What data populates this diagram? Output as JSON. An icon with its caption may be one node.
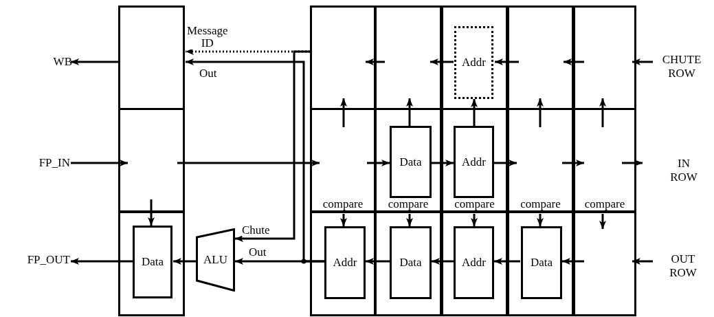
{
  "diagram": {
    "nodes": [
      {
        "text": [
          "WB"
        ]
      },
      {
        "text": [],
        "shape": "box"
      },
      {
        "text": [],
        "shape": "box"
      },
      {
        "text": [],
        "shape": "box"
      },
      {
        "text": [],
        "shape": "box"
      },
      {
        "text": [],
        "shape": "box"
      },
      {
        "text": [],
        "shape": "box"
      },
      {
        "text": [
          "Addr"
        ],
        "in": 4
      },
      {
        "text": [
          "FP_IN"
        ]
      },
      {
        "text": [],
        "shape": "box"
      },
      {
        "text": [
          "compare"
        ]
      },
      {
        "text": [
          "compare"
        ]
      },
      {
        "text": [
          "Data"
        ],
        "in": 11
      },
      {
        "text": [
          "compare"
        ]
      },
      {
        "text": [
          "Addr"
        ],
        "in": 13
      },
      {
        "text": [
          "compare"
        ]
      },
      {
        "text": [
          "compare"
        ]
      },
      {
        "text": [
          "FP_OUT"
        ]
      },
      {
        "text": [],
        "shape": "box"
      },
      {
        "text": [
          "Data"
        ],
        "in": 18
      },
      {
        "text": [
          "ALU"
        ]
      },
      {
        "text": [],
        "shape": "box"
      },
      {
        "text": [
          "Addr"
        ],
        "in": 21
      },
      {
        "text": [],
        "shape": "box"
      },
      {
        "text": [
          "Data"
        ],
        "in": 23
      },
      {
        "text": [],
        "shape": "box"
      },
      {
        "text": [
          "Addr"
        ],
        "in": 25
      },
      {
        "text": [],
        "shape": "box"
      },
      {
        "text": [
          "Data"
        ],
        "in": 27
      },
      {
        "text": [],
        "shape": "box"
      },
      {
        "text": [
          "CHUTE ROW"
        ]
      },
      {
        "text": [
          "IN ROW"
        ]
      },
      {
        "text": [
          "OUT ROW"
        ]
      }
    ],
    "edges": [
      {
        "from": 1,
        "to": 0,
        "arrow": "to"
      },
      {
        "from": 30,
        "to": 6,
        "arrow": "to"
      },
      {
        "from": 6,
        "to": 5,
        "arrow": "to"
      },
      {
        "from": 5,
        "to": 7,
        "arrow": "to"
      },
      {
        "from": 7,
        "to": 3,
        "arrow": "to"
      },
      {
        "from": 3,
        "to": 2,
        "arrow": "to"
      },
      {
        "from": 2,
        "to": 1,
        "arrow": "to",
        "label": "Message ID",
        "style": "dashed"
      },
      {
        "from": 2,
        "to": 20,
        "arrow": "to",
        "label": "Chute"
      },
      {
        "from": 22,
        "to": 20,
        "arrow": "to",
        "label": "Out"
      },
      {
        "from": 22,
        "to": 1,
        "arrow": "to",
        "label": "Out"
      },
      {
        "from": 20,
        "to": 19,
        "arrow": "to"
      },
      {
        "from": 19,
        "to": 17,
        "arrow": "to"
      },
      {
        "from": 8,
        "to": 9,
        "arrow": "to"
      },
      {
        "from": 9,
        "to": 19,
        "arrow": "to"
      },
      {
        "from": 9,
        "to": 10,
        "arrow": "to"
      },
      {
        "from": 10,
        "to": 12,
        "arrow": "to"
      },
      {
        "from": 12,
        "to": 14,
        "arrow": "to"
      },
      {
        "from": 14,
        "to": 15,
        "arrow": "to"
      },
      {
        "from": 15,
        "to": 16,
        "arrow": "to"
      },
      {
        "from": 16,
        "to": 31,
        "arrow": "to"
      },
      {
        "from": 10,
        "to": 2,
        "arrow": "to"
      },
      {
        "from": 12,
        "to": 3,
        "arrow": "to"
      },
      {
        "from": 14,
        "to": 7,
        "arrow": "to"
      },
      {
        "from": 15,
        "to": 5,
        "arrow": "to"
      },
      {
        "from": 16,
        "to": 6,
        "arrow": "to"
      },
      {
        "from": 10,
        "to": 22,
        "arrow": "to"
      },
      {
        "from": 11,
        "to": 24,
        "arrow": "to"
      },
      {
        "from": 13,
        "to": 26,
        "arrow": "to"
      },
      {
        "from": 15,
        "to": 28,
        "arrow": "to"
      },
      {
        "from": 16,
        "to": 29,
        "arrow": "to"
      },
      {
        "from": 32,
        "to": 29,
        "arrow": "to"
      },
      {
        "from": 29,
        "to": 28,
        "arrow": "to"
      },
      {
        "from": 28,
        "to": 26,
        "arrow": "to"
      },
      {
        "from": 26,
        "to": 24,
        "arrow": "to"
      },
      {
        "from": 24,
        "to": 22,
        "arrow": "to"
      }
    ]
  }
}
